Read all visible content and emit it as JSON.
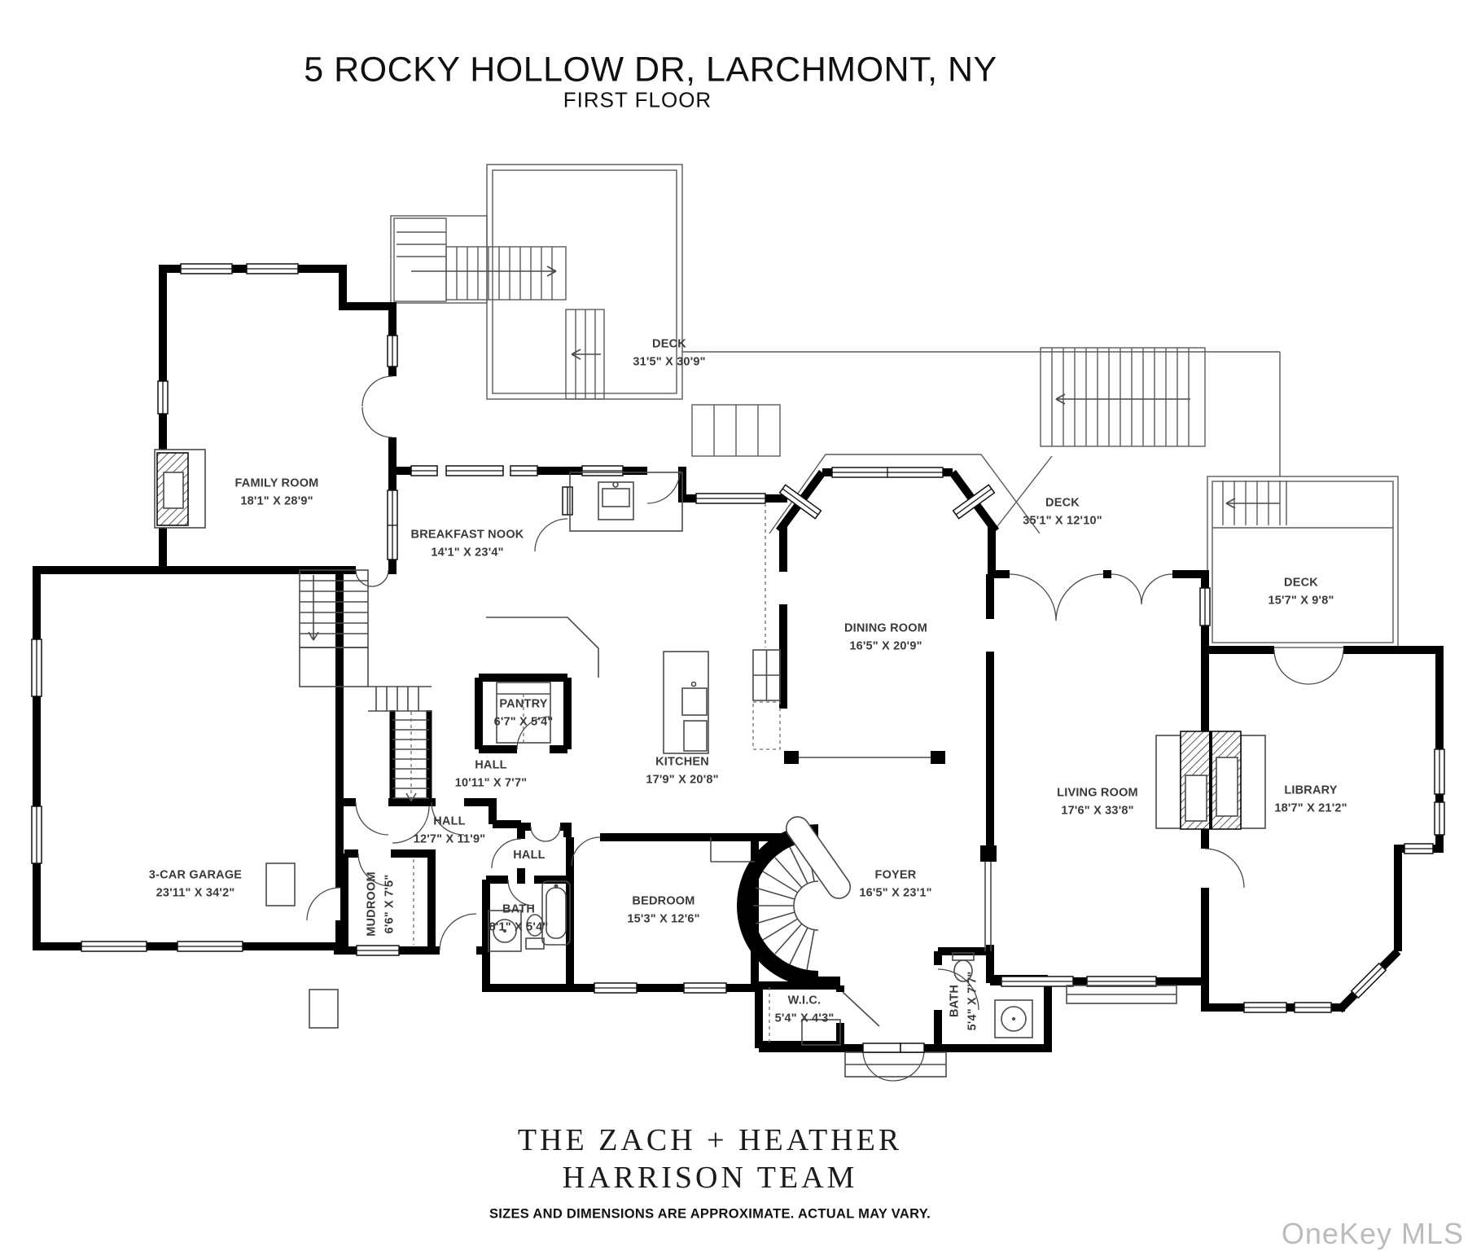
{
  "header": {
    "title": "5 ROCKY HOLLOW DR, LARCHMONT, NY",
    "subtitle": "FIRST FLOOR"
  },
  "rooms": {
    "deck_top": {
      "name": "DECK",
      "dims": "31'5\" X 30'9\""
    },
    "family_room": {
      "name": "FAMILY ROOM",
      "dims": "18'1\" X 28'9\""
    },
    "breakfast_nook": {
      "name": "BREAKFAST NOOK",
      "dims": "14'1\" X 23'4\""
    },
    "deck_right": {
      "name": "DECK",
      "dims": "35'1\" X 12'10\""
    },
    "dining_room": {
      "name": "DINING ROOM",
      "dims": "16'5\" X 20'9\""
    },
    "deck_far_right": {
      "name": "DECK",
      "dims": "15'7\" X 9'8\""
    },
    "pantry": {
      "name": "PANTRY",
      "dims": "6'7\" X 5'4\""
    },
    "hall_upper": {
      "name": "HALL",
      "dims": "10'11\" X 7'7\""
    },
    "kitchen": {
      "name": "KITCHEN",
      "dims": "17'9\" X 20'8\""
    },
    "living_room": {
      "name": "LIVING ROOM",
      "dims": "17'6\" X 33'8\""
    },
    "library": {
      "name": "LIBRARY",
      "dims": "18'7\" X 21'2\""
    },
    "hall_lower": {
      "name": "HALL",
      "dims": "12'7\" X 11'9\""
    },
    "hall_small": {
      "name": "HALL"
    },
    "mudroom": {
      "name": "MUDROOM",
      "dims": "6'6\" X 7'5\""
    },
    "bath_hall": {
      "name": "BATH",
      "dims": "8'1\" X 5'4\""
    },
    "bedroom": {
      "name": "BEDROOM",
      "dims": "15'3\" X 12'6\""
    },
    "foyer": {
      "name": "FOYER",
      "dims": "16'5\" X 23'1\""
    },
    "wic": {
      "name": "W.I.C.",
      "dims": "5'4\" X 4'3\""
    },
    "bath_foyer": {
      "name": "BATH",
      "dims": "5'4\" X 7'7\""
    },
    "garage": {
      "name": "3-CAR GARAGE",
      "dims": "23'11\" X 34'2\""
    }
  },
  "footer": {
    "team_line1": "THE ZACH + HEATHER",
    "team_line2": "HARRISON TEAM",
    "disclaimer": "SIZES AND DIMENSIONS ARE APPROXIMATE. ACTUAL MAY VARY."
  },
  "watermark": "OneKey MLS",
  "colors": {
    "wall": "#000000",
    "thin_line": "#4a4a4a",
    "label": "#3a3a3a",
    "watermark": "#bcbcbc"
  }
}
